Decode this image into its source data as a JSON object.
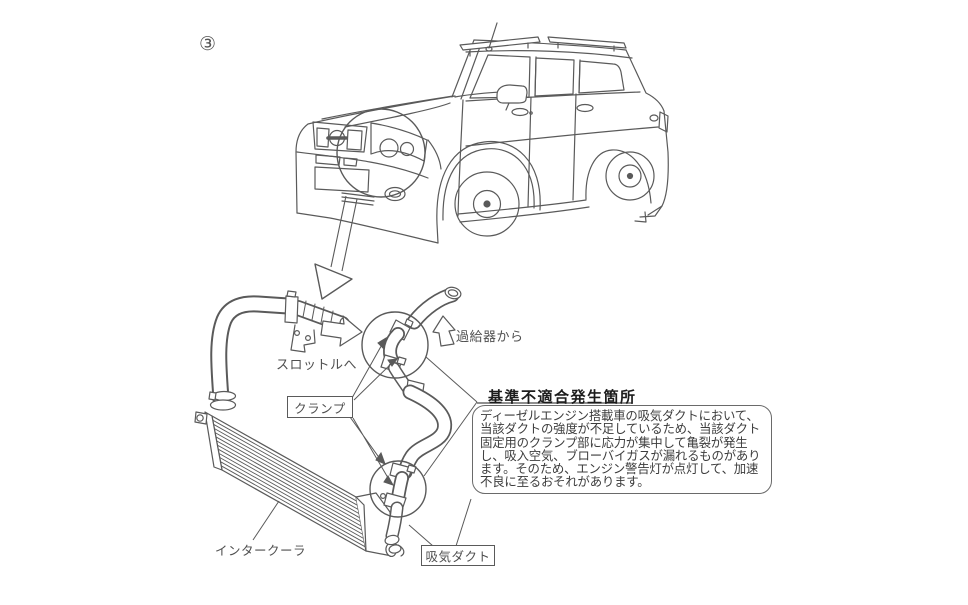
{
  "figure_number": "③",
  "diagram": {
    "labels": {
      "to_throttle": "スロットルへ",
      "from_turbo": "過給器から",
      "clamp": "クランプ",
      "intercooler": "インタークーラ",
      "intake_duct": "吸気ダクト"
    },
    "callout": {
      "heading": "基準不適合発生箇所",
      "lines": [
        "ディーゼルエンジン搭載車の吸気ダクトにおいて、",
        "当該ダクトの強度が不足しているため、当該ダクト",
        "固定用のクランプ部に応力が集中して亀裂が発生",
        "し、吸入空気、ブローバイガスが漏れるものがあり",
        "ます。そのため、エンジン警告灯が点灯して、加速",
        "不良に至るおそれがあります。"
      ]
    },
    "colors": {
      "line": "#5a5a5a",
      "label_text": "#4f4f4f",
      "heading_text": "#1c1c1c",
      "background": "#ffffff"
    }
  }
}
